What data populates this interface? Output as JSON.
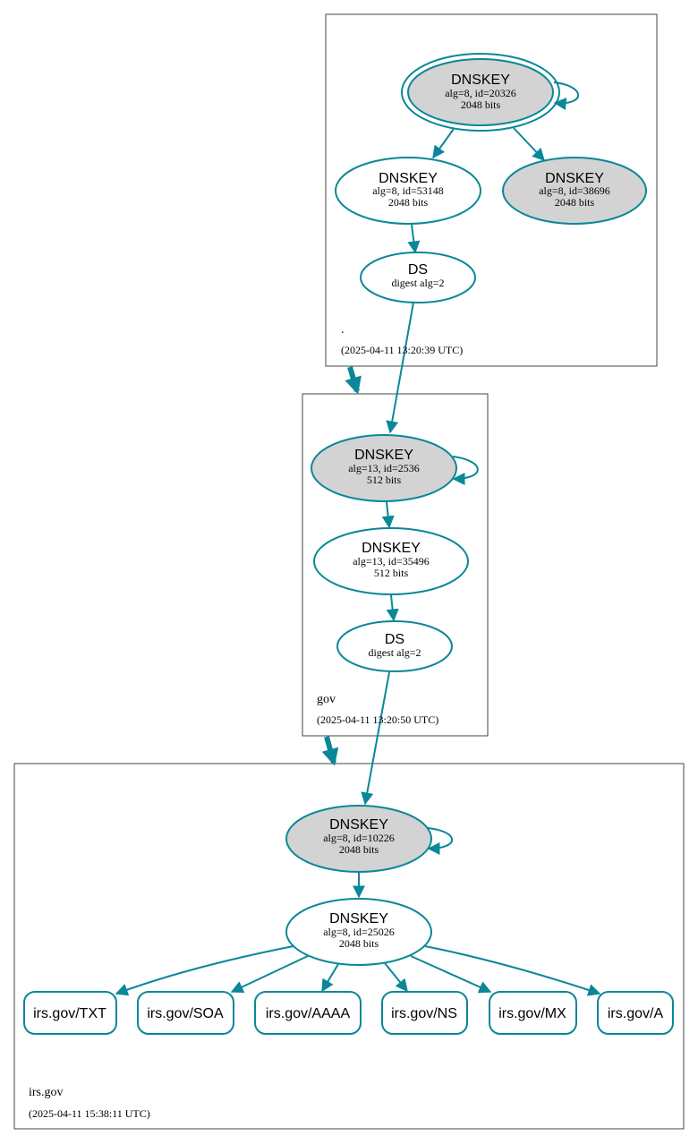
{
  "zones": {
    "root": {
      "name": ".",
      "timestamp": "(2025-04-11 13:20:39 UTC)"
    },
    "gov": {
      "name": "gov",
      "timestamp": "(2025-04-11 13:20:50 UTC)"
    },
    "irs": {
      "name": "irs.gov",
      "timestamp": "(2025-04-11 15:38:11 UTC)"
    }
  },
  "nodes": {
    "root_ksk": {
      "title": "DNSKEY",
      "line1": "alg=8, id=20326",
      "line2": "2048 bits"
    },
    "root_zsk1": {
      "title": "DNSKEY",
      "line1": "alg=8, id=53148",
      "line2": "2048 bits"
    },
    "root_zsk2": {
      "title": "DNSKEY",
      "line1": "alg=8, id=38696",
      "line2": "2048 bits"
    },
    "root_ds": {
      "title": "DS",
      "line1": "digest alg=2"
    },
    "gov_ksk": {
      "title": "DNSKEY",
      "line1": "alg=13, id=2536",
      "line2": "512 bits"
    },
    "gov_zsk": {
      "title": "DNSKEY",
      "line1": "alg=13, id=35496",
      "line2": "512 bits"
    },
    "gov_ds": {
      "title": "DS",
      "line1": "digest alg=2"
    },
    "irs_ksk": {
      "title": "DNSKEY",
      "line1": "alg=8, id=10226",
      "line2": "2048 bits"
    },
    "irs_zsk": {
      "title": "DNSKEY",
      "line1": "alg=8, id=25026",
      "line2": "2048 bits"
    }
  },
  "records": [
    "irs.gov/TXT",
    "irs.gov/SOA",
    "irs.gov/AAAA",
    "irs.gov/NS",
    "irs.gov/MX",
    "irs.gov/A"
  ],
  "colors": {
    "edge": "#0a8798",
    "filled_node": "#d3d3d3",
    "box": "#444444"
  }
}
